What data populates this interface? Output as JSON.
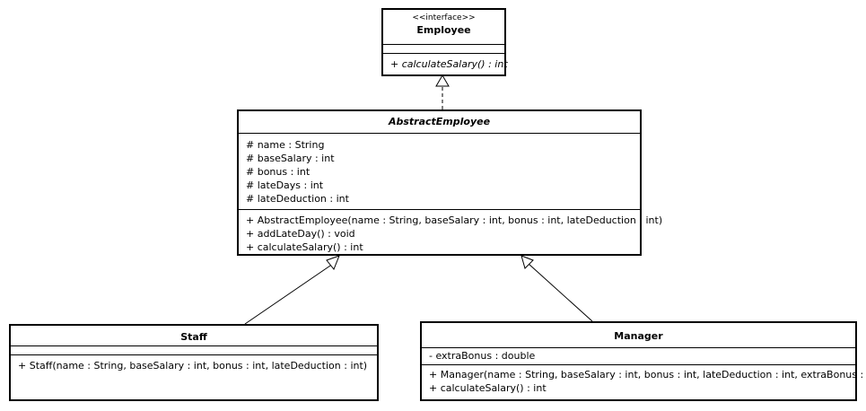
{
  "classes": {
    "employee": {
      "stereotype": "<<interface>>",
      "name": "Employee",
      "operations": [
        "+ calculateSalary() : int"
      ]
    },
    "abstract_employee": {
      "name": "AbstractEmployee",
      "attributes": [
        "# name : String",
        "# baseSalary : int",
        "# bonus : int",
        "# lateDays : int",
        "# lateDeduction : int"
      ],
      "operations": [
        "+ AbstractEmployee(name : String, baseSalary : int, bonus : int, lateDeduction : int)",
        "+ addLateDay() : void",
        "+ calculateSalary() : int"
      ]
    },
    "staff": {
      "name": "Staff",
      "operations": [
        "+ Staff(name : String, baseSalary : int, bonus : int, lateDeduction : int)"
      ]
    },
    "manager": {
      "name": "Manager",
      "attributes": [
        "- extraBonus : double"
      ],
      "operations": [
        "+ Manager(name : String, baseSalary : int, bonus : int, lateDeduction : int, extraBonus : int)",
        "+ calculateSalary() : int"
      ]
    }
  },
  "relationships": [
    {
      "from": "AbstractEmployee",
      "to": "Employee",
      "type": "realization"
    },
    {
      "from": "Staff",
      "to": "AbstractEmployee",
      "type": "generalization"
    },
    {
      "from": "Manager",
      "to": "AbstractEmployee",
      "type": "generalization"
    }
  ]
}
